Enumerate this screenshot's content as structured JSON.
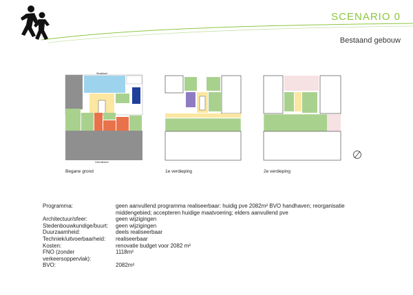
{
  "header": {
    "scenario": "SCENARIO 0",
    "subtitle": "Bestaand gebouw"
  },
  "plans": {
    "ground_caption": "Begane grond",
    "first_caption": "1e verdieping",
    "second_caption": "2e verdieping",
    "ground_labels": [
      "Straatkant",
      "Gebruikstuin"
    ]
  },
  "info": [
    {
      "label": "Programma:",
      "value": "geen aanvullend programma realiseerbaar: huidig pve 2082m² BVO handhaven; reorganisatie middengebied; accepteren huidige maatvoering; elders aanvullend pve"
    },
    {
      "label": "Architectuur/sfeer:",
      "value": "geen wijzigingen"
    },
    {
      "label": "Stedenbouwkundige/buurt:",
      "value": "geen wijzigingen"
    },
    {
      "label": "Duurzaamheid:",
      "value": "deels realiseerbaar"
    },
    {
      "label": "Techniek/uitvoerbaarheid:",
      "value": "realiseerbaar"
    },
    {
      "label": "Kosten:",
      "value": "renovatie budget voor 2082 m²"
    },
    {
      "label": "FNO (zonder verkeersoppervlak):",
      "value": "1118m²"
    },
    {
      "label": "BVO:",
      "value": "2082m²"
    }
  ],
  "colors": {
    "accent": "#8cc63f",
    "green": "#a9d18e",
    "blue": "#9dd3ec",
    "darkblue": "#1f3f9a",
    "orange": "#e8724a",
    "yellow": "#fbe7a1",
    "purple": "#8e7cc3",
    "grey": "#8f8f8f",
    "pink": "#f6e1e3"
  }
}
